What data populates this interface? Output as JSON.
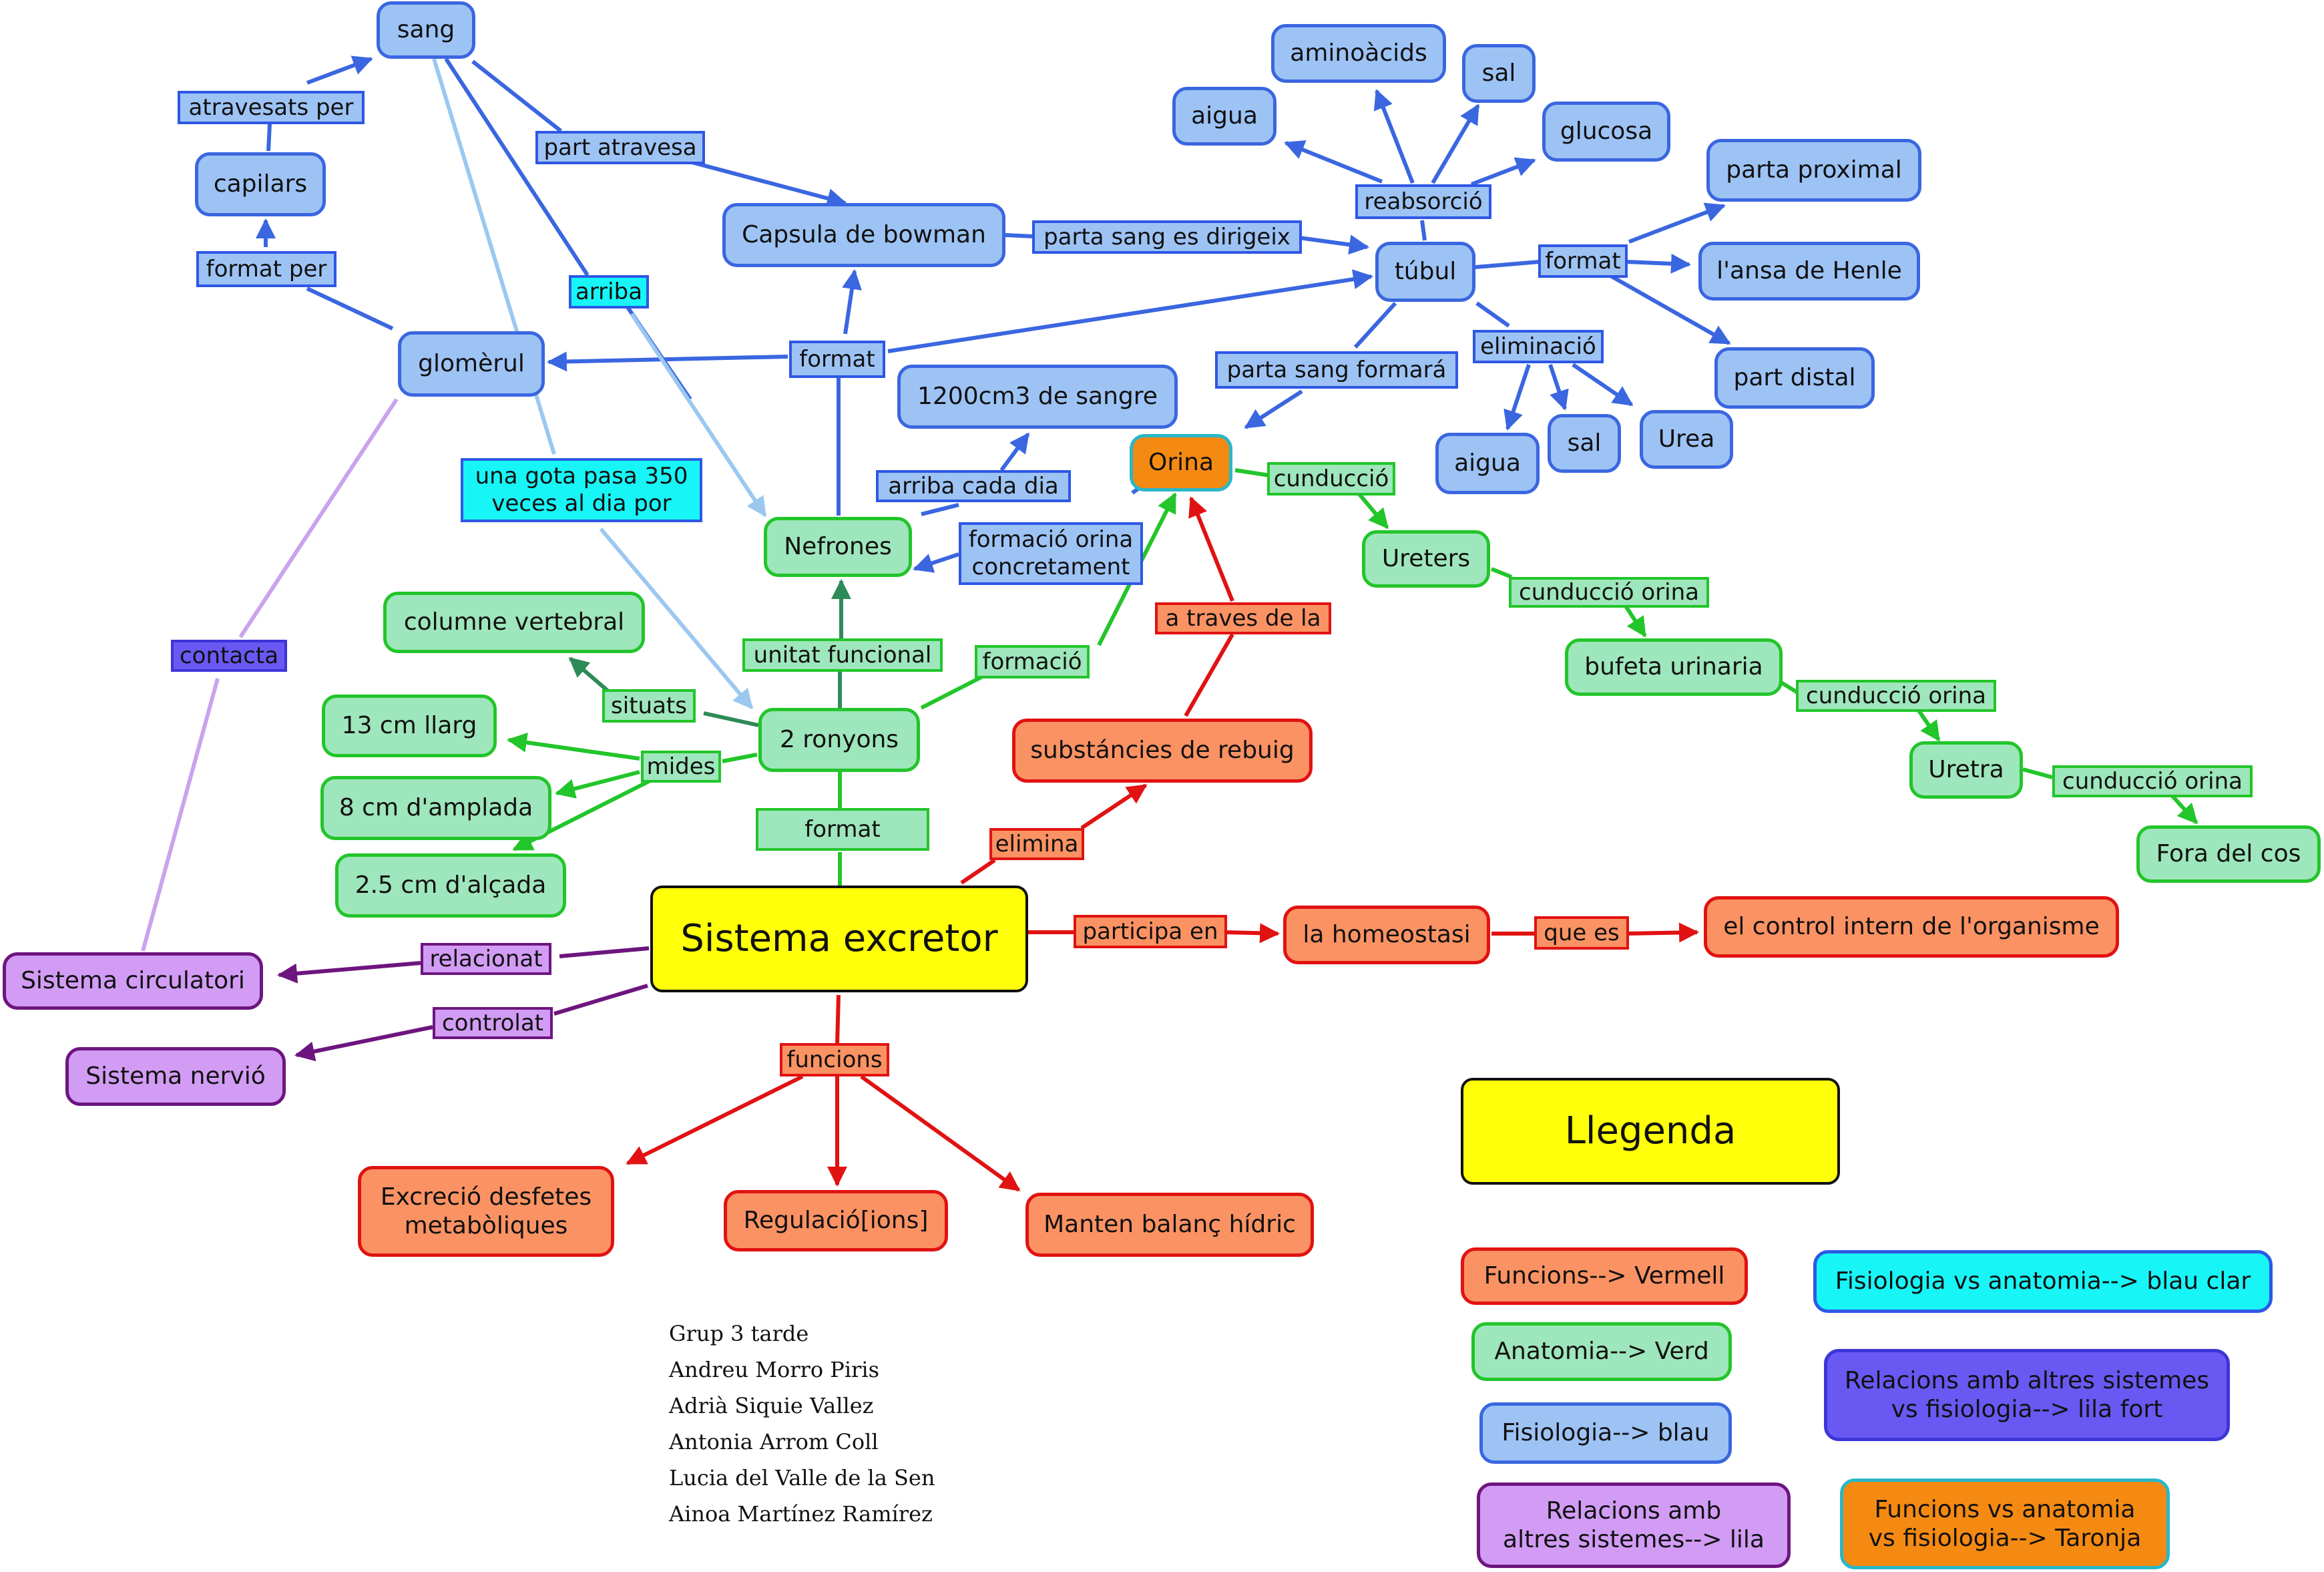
{
  "central": "Sistema excretor",
  "nodes": {
    "sang": "sang",
    "capilars": "capilars",
    "glomerul": "glomèrul",
    "capsula": "Capsula de bowman",
    "sang1200": "1200cm3 de sangre",
    "nefrones": "Nefrones",
    "columna": "columne vertebral",
    "llarg": "13 cm llarg",
    "amplada": "8 cm d'amplada",
    "alcada": "2.5 cm d'alçada",
    "ronyons": "2 ronyons",
    "orina": "Orina",
    "ureters": "Ureters",
    "bufeta": "bufeta urinaria",
    "uretra": "Uretra",
    "fora": "Fora del cos",
    "substancies": "substáncies de rebuig",
    "homeostasi": "la homeostasi",
    "control": "el control intern de l'organisme",
    "circulatori": "Sistema circulatori",
    "nervio": "Sistema nervió",
    "excrecio": "Excreció desfetes\nmetabòliques",
    "regulacio": "Regulació[ions]",
    "balanc": "Manten balanç hídric",
    "aigua1": "aigua",
    "aminoacids": "aminoàcids",
    "sal1": "sal",
    "glucosa": "glucosa",
    "tubul": "túbul",
    "proximal": "parta proximal",
    "henle": "l'ansa de Henle",
    "distal": "part distal",
    "aigua2": "aigua",
    "sal2": "sal",
    "urea": "Urea"
  },
  "labels": {
    "atravesats": "atravesats per",
    "formatPer": "format per",
    "partAtravesa": "part atravesa",
    "arriba": "arriba",
    "format1": "format",
    "partaSang": "parta sang es dirigeix",
    "reabsorcio": "reabsorció",
    "formatTubul": "format",
    "eliminacio": "eliminació",
    "partaFormara": "parta sang formará",
    "arribaCada": "arriba cada dia",
    "formacioOrina": "formació orina\nconcretament",
    "gota": "una gota pasa 350\nveces al dia por",
    "contacta": "contacta",
    "unitat": "unitat funcional",
    "formacio": "formació",
    "situats": "situats",
    "mides": "mides",
    "format2": "format",
    "elimina": "elimina",
    "atraves": "a traves de la",
    "cunduccio": "cunducció",
    "cond1": "cunducció orina",
    "cond2": "cunducció orina",
    "cond3": "cunducció orina",
    "participa": "participa en",
    "queEs": "que es",
    "relacionat": "relacionat",
    "controlat": "controlat",
    "funcions": "funcions"
  },
  "legend": {
    "title": "Llegenda",
    "items": [
      "Funcions--> Vermell",
      "Anatomia--> Verd",
      "Fisiologia--> blau",
      "Relacions amb\naltres sistemes--> lila",
      "Fisiologia vs anatomia--> blau clar",
      "Relacions amb altres sistemes\nvs fisiologia--> lila fort",
      "Funcions vs anatomia\nvs fisiologia--> Taronja"
    ]
  },
  "credits": [
    "Grup 3 tarde",
    "Andreu Morro Piris",
    "Adrià Siquie Vallez",
    "Antonia Arrom Coll",
    "Lucia del Valle de la Sen",
    "Ainoa Martínez Ramírez"
  ],
  "colors": {
    "blue_edge": "#3a66e0",
    "lightblue_edge": "#9cc8f0",
    "green_edge": "#22c52a",
    "darkgreen_edge": "#2e8b57",
    "red_edge": "#e11212",
    "purple_edge": "#6d157f",
    "lilac_edge": "#c9a3ee"
  }
}
